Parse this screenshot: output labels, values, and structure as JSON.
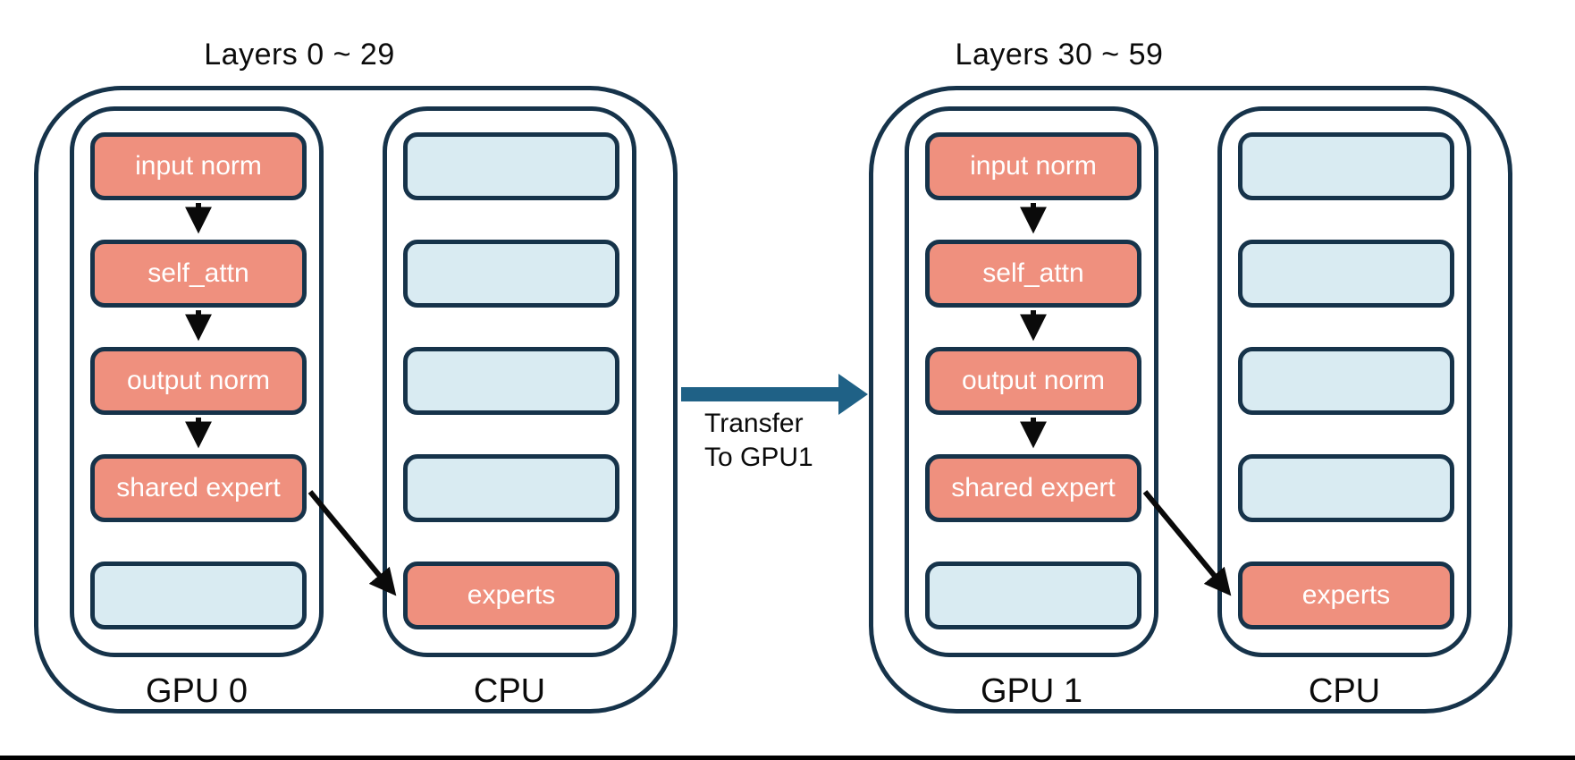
{
  "colors": {
    "box_salmon": "#EF907E",
    "box_blue": "#D9EBF2",
    "border_navy": "#16334A",
    "transfer_teal": "#1F6186",
    "flow_arrow_black": "#0a0a0a",
    "bottom_bar_black": "#000000"
  },
  "groups": [
    {
      "title": "Layers 0 ~ 29",
      "device_label": "GPU 0",
      "cpu_label": "CPU",
      "gpu_boxes": [
        "input norm",
        "self_attn",
        "output norm",
        "shared expert",
        ""
      ],
      "cpu_boxes": [
        "",
        "",
        "",
        "",
        "experts"
      ]
    },
    {
      "title": "Layers 30 ~ 59",
      "device_label": "GPU 1",
      "cpu_label": "CPU",
      "gpu_boxes": [
        "input norm",
        "self_attn",
        "output norm",
        "shared expert",
        ""
      ],
      "cpu_boxes": [
        "",
        "",
        "",
        "",
        "experts"
      ]
    }
  ],
  "transfer": {
    "line1": "Transfer",
    "line2": "To GPU1"
  }
}
